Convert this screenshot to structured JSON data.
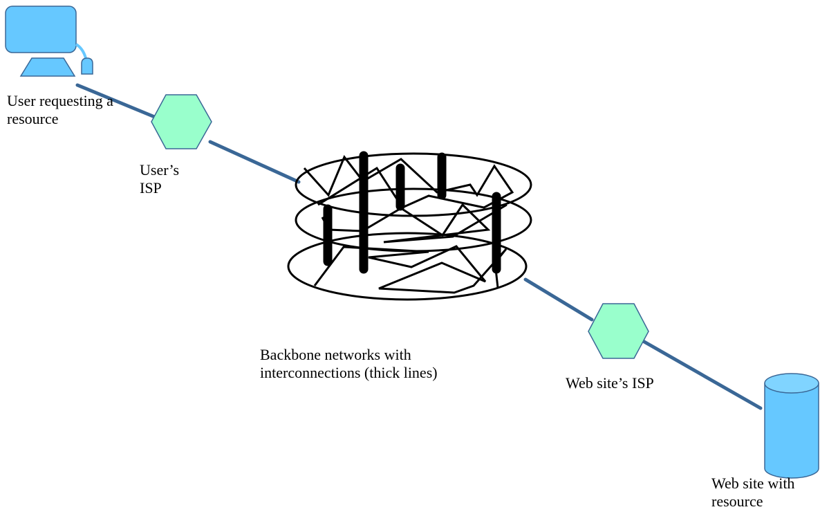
{
  "labels": {
    "user": "User requesting a\nresource",
    "user_isp": "User’s\nISP",
    "backbone": "Backbone networks with\ninterconnections (thick lines)",
    "website_isp": "Web site’s ISP",
    "website": "Web site with\nresource"
  },
  "icons": {
    "user_device": "computer-icon",
    "user_isp_node": "hexagon-icon",
    "website_isp_node": "hexagon-icon",
    "website_store": "database-cylinder-icon"
  },
  "colors": {
    "link_line": "#3a6796",
    "device_fill": "#66c8ff",
    "device_stroke": "#3a6796",
    "isp_fill": "#99ffcc",
    "isp_stroke": "#3a6796",
    "backbone_stroke": "#000000"
  }
}
